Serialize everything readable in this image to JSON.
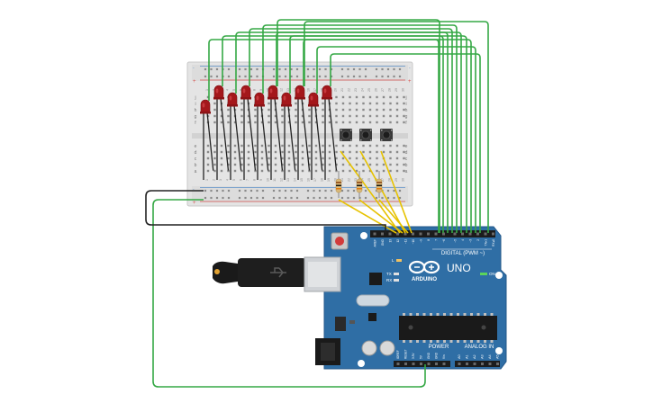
{
  "breadboard": {
    "row_letters_top": [
      "j",
      "i",
      "h",
      "g",
      "f"
    ],
    "row_letters_bottom": [
      "e",
      "d",
      "c",
      "b",
      "a"
    ],
    "rail_plus": "+",
    "rail_minus": "-",
    "column_numbers": [
      "1",
      "2",
      "3",
      "4",
      "5",
      "6",
      "7",
      "8",
      "9",
      "10",
      "11",
      "12",
      "13",
      "14",
      "15",
      "16",
      "17",
      "18",
      "19",
      "20",
      "21",
      "22",
      "23",
      "24",
      "25",
      "26",
      "27",
      "28",
      "29",
      "30"
    ]
  },
  "colors": {
    "arduino_board": "#2f6ea5",
    "arduino_dark": "#1f4f7d",
    "wire_green": "#35a845",
    "wire_yellow": "#e6c200",
    "wire_black": "#222222",
    "led_red": "#a4171b",
    "breadboard": "#e6e6e6",
    "rail_red": "#d9534f",
    "rail_blue": "#5b8fc9"
  },
  "leds": {
    "count": 10,
    "icon": "red-led-icon"
  },
  "buttons": {
    "count": 3,
    "icon": "pushbutton-icon"
  },
  "resistors": {
    "count": 3,
    "icon": "resistor-icon"
  },
  "arduino": {
    "label_digital": "DIGITAL (PWM ~)",
    "label_uno": "UNO",
    "label_arduino": "ARDUINO",
    "label_power": "POWER",
    "label_analog": "ANALOG IN",
    "label_on": "ON",
    "label_tx": "TX",
    "label_rx": "RX",
    "label_l": "L",
    "header_digital_pins": [
      "AREF",
      "GND",
      "13",
      "12",
      "~11",
      "~10",
      "~9",
      "8",
      "7",
      "~6",
      "~5",
      "4",
      "~3",
      "2",
      "TX▸1",
      "RX◂0"
    ],
    "header_power_pins": [
      "IOREF",
      "RESET",
      "3.3V",
      "5V",
      "GND",
      "GND",
      "Vin"
    ],
    "header_analog_pins": [
      "A0",
      "A1",
      "A2",
      "A3",
      "A4",
      "A5"
    ]
  }
}
